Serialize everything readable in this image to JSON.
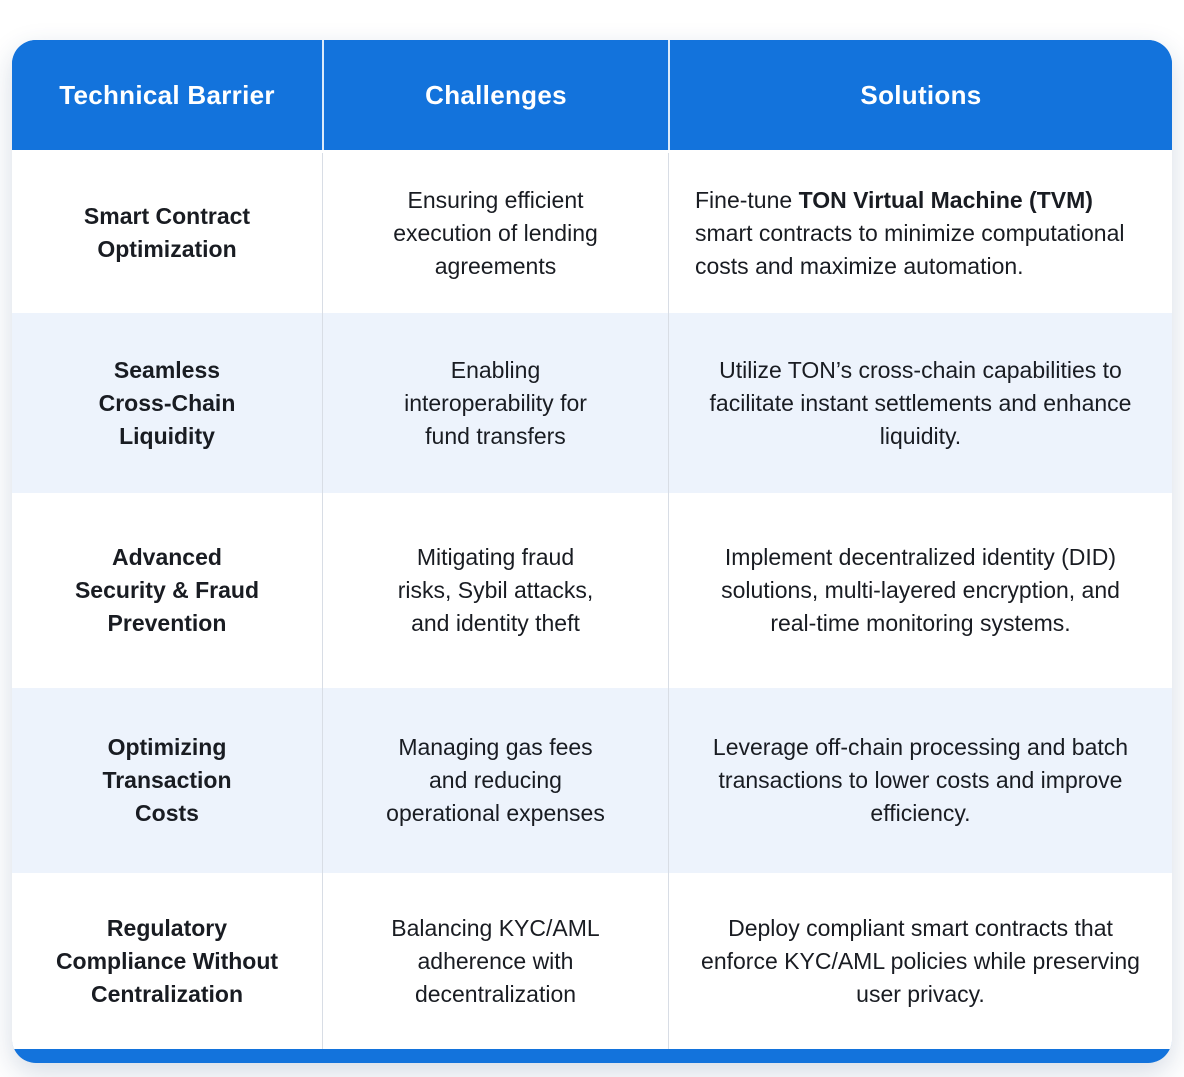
{
  "table": {
    "headers": [
      "Technical Barrier",
      "Challenges",
      "Solutions"
    ],
    "rows": [
      {
        "barrier": "Smart Contract\nOptimization",
        "challenge": "Ensuring efficient\nexecution of lending\nagreements",
        "solution": [
          {
            "text": "Fine-tune ",
            "bold": false
          },
          {
            "text": "TON Virtual Machine (TVM)",
            "bold": true
          },
          {
            "text": " smart contracts to minimize computational costs and maximize automation.",
            "bold": false
          }
        ],
        "solution_align": "left"
      },
      {
        "barrier": "Seamless\nCross-Chain\nLiquidity",
        "challenge": "Enabling\ninteroperability for\nfund transfers",
        "solution": [
          {
            "text": "Utilize TON’s cross-chain capabilities to facilitate instant settlements and enhance liquidity.",
            "bold": false
          }
        ],
        "solution_align": "center"
      },
      {
        "barrier": "Advanced\nSecurity & Fraud\nPrevention",
        "challenge": "Mitigating fraud\nrisks, Sybil attacks,\nand identity theft",
        "solution": [
          {
            "text": "Implement decentralized identity (DID) solutions, multi-layered encryption, and real-time monitoring systems.",
            "bold": false
          }
        ],
        "solution_align": "center"
      },
      {
        "barrier": "Optimizing\nTransaction\nCosts",
        "challenge": "Managing gas fees\nand reducing\noperational expenses",
        "solution": [
          {
            "text": "Leverage off-chain processing and batch transactions to lower costs and improve efficiency.",
            "bold": false
          }
        ],
        "solution_align": "center"
      },
      {
        "barrier": "Regulatory\nCompliance Without\nCentralization",
        "challenge": "Balancing KYC/AML\nadherence with\ndecentralization",
        "solution": [
          {
            "text": "Deploy compliant smart contracts that enforce KYC/AML policies while preserving\nuser privacy.",
            "bold": false
          }
        ],
        "solution_align": "center"
      }
    ],
    "colors": {
      "header_bg": "#1373dc",
      "alt_row_bg": "#edf3fc",
      "header_text": "#ffffff",
      "body_text": "#191c22"
    }
  }
}
